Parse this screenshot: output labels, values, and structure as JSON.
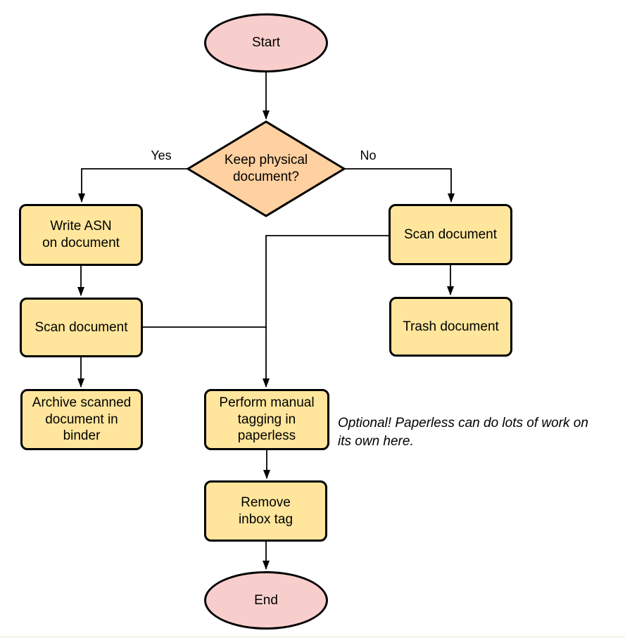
{
  "diagram": {
    "type": "flowchart",
    "nodes": {
      "start": {
        "label": "Start",
        "shape": "terminator"
      },
      "decision": {
        "label": "Keep physical\ndocument?",
        "shape": "diamond"
      },
      "write_asn": {
        "label": "Write ASN\non document",
        "shape": "process"
      },
      "scan_left": {
        "label": "Scan document",
        "shape": "process"
      },
      "archive": {
        "label": "Archive scanned\ndocument in\nbinder",
        "shape": "process"
      },
      "scan_right": {
        "label": "Scan document",
        "shape": "process"
      },
      "trash": {
        "label": "Trash document",
        "shape": "process"
      },
      "perform_tagging": {
        "label": "Perform manual\ntagging in\npaperless",
        "shape": "process"
      },
      "remove_inbox": {
        "label": "Remove\ninbox tag",
        "shape": "process"
      },
      "end": {
        "label": "End",
        "shape": "terminator"
      }
    },
    "edge_labels": {
      "yes": "Yes",
      "no": "No"
    },
    "edges": [
      {
        "from": "Start",
        "to": "Keep physical document?",
        "label": ""
      },
      {
        "from": "Keep physical document?",
        "to": "Write ASN on document",
        "label": "Yes"
      },
      {
        "from": "Keep physical document?",
        "to": "Scan document (right)",
        "label": "No"
      },
      {
        "from": "Write ASN on document",
        "to": "Scan document (left)",
        "label": ""
      },
      {
        "from": "Scan document (left)",
        "to": "Archive scanned document in binder",
        "label": ""
      },
      {
        "from": "Scan document (left)",
        "to": "Perform manual tagging in paperless",
        "label": ""
      },
      {
        "from": "Scan document (right)",
        "to": "Trash document",
        "label": ""
      },
      {
        "from": "Scan document (right)",
        "to": "Perform manual tagging in paperless",
        "label": ""
      },
      {
        "from": "Perform manual tagging in paperless",
        "to": "Remove inbox tag",
        "label": ""
      },
      {
        "from": "Remove inbox tag",
        "to": "End",
        "label": ""
      }
    ],
    "annotation": "Optional! Paperless can do lots of work on\nits own here.",
    "colors": {
      "terminator_fill": "#f8cecc",
      "decision_fill": "#ffd0a0",
      "process_fill": "#ffe69c",
      "stroke": "#000000",
      "background": "#ffffff"
    }
  }
}
